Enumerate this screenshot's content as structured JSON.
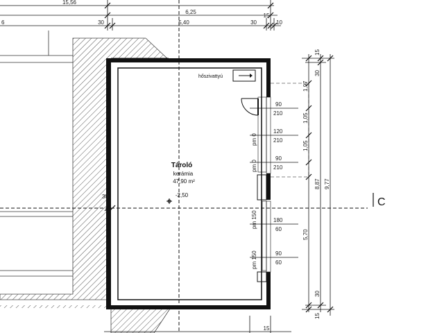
{
  "room": {
    "name": "Tároló",
    "floor": "kerámia",
    "area": "47,90 m²",
    "level": "-2,50",
    "equipment": "hőszivattyú"
  },
  "section_marker": "C",
  "top_dimensions": {
    "overall_left": "15,56",
    "overall_right": "6,25",
    "wall_left": "30",
    "inner": "5,40",
    "wall_right": "30",
    "finish_a": "15",
    "finish_b": "10",
    "left_partial": "6"
  },
  "left_wall_dim": "30",
  "openings": [
    {
      "width": "90",
      "height": "210",
      "parapet": ""
    },
    {
      "width": "120",
      "height": "210",
      "parapet": "pm 0"
    },
    {
      "width": "90",
      "height": "210",
      "parapet": "pm 0"
    },
    {
      "width": "180",
      "height": "60",
      "parapet": "pm 150"
    },
    {
      "width": "90",
      "height": "60",
      "parapet": "pm 150"
    }
  ],
  "right_dimensions": {
    "col1": [
      "1,97",
      "1,05",
      "1,05"
    ],
    "col1_bottom": "5,70",
    "col2_top": "30",
    "col2_mid": "8,87",
    "col2_bottom": "30",
    "col3_top": "15",
    "col3_mid": "9,77",
    "col3_bottom": "15"
  },
  "bottom_dimensions": {
    "a": "15"
  }
}
